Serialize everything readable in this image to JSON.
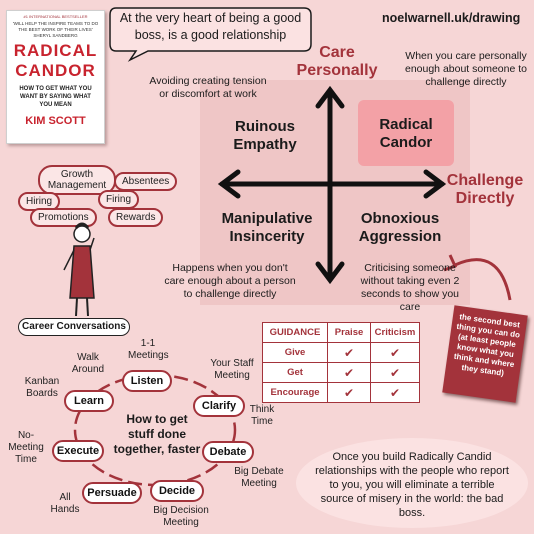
{
  "header": {
    "speech": "At the very heart of being a good boss, is a good relationship",
    "site": "noelwarnell.uk/drawing"
  },
  "book": {
    "top_line": "#1 INTERNATIONAL BESTSELLER",
    "blurb": "'WILL HELP THE INSPIRE TEAMS TO DO THE BEST WORK OF THEIR LIVES' SHERYL SANDBERG",
    "title_line1": "RADICAL",
    "title_line2": "CANDOR",
    "subtitle": "HOW TO GET WHAT YOU WANT BY SAYING WHAT YOU MEAN",
    "author": "KIM SCOTT"
  },
  "axes": {
    "top": "Care Personally",
    "right": "Challenge Directly",
    "top_note": "When you care personally enough about someone to challenge directly",
    "left_note": "Avoiding creating tension or discomfort at work"
  },
  "quadrants": {
    "tl": "Ruinous Empathy",
    "tr": "Radical Candor",
    "bl": "Manipulative Insincerity",
    "br": "Obnoxious Aggression",
    "bl_note": "Happens when you don't care enough about a person to challenge directly",
    "br_note": "Criticising someone without taking even 2 seconds to show you care"
  },
  "career": {
    "tags": [
      "Growth Management",
      "Absentees",
      "Hiring",
      "Firing",
      "Promotions",
      "Rewards"
    ],
    "caption": "Career Conversations"
  },
  "guidance": {
    "headers": [
      "GUIDANCE",
      "Praise",
      "Criticism"
    ],
    "rows": [
      "Give",
      "Get",
      "Encourage"
    ],
    "check": "✔"
  },
  "sticky": "the second best thing you can do (at least people know what you think and where they stand)",
  "cycle": {
    "center": "How to get stuff done together, faster",
    "nodes": [
      "Listen",
      "Clarify",
      "Debate",
      "Decide",
      "Persuade",
      "Execute",
      "Learn"
    ],
    "labels": [
      "1-1 Meetings",
      "Your Staff Meeting",
      "Think Time",
      "Big Debate Meeting",
      "Big Decision Meeting",
      "All Hands",
      "No-Meeting Time",
      "Kanban Boards",
      "Walk Around"
    ]
  },
  "footer": "Once you build Radically Candid relationships with the people who report to you, you will eliminate a terrible source of misery in the world: the bad boss.",
  "colors": {
    "accent": "#a3333b",
    "background": "#f6d6d6",
    "quadrant": "#f2c4c4"
  }
}
